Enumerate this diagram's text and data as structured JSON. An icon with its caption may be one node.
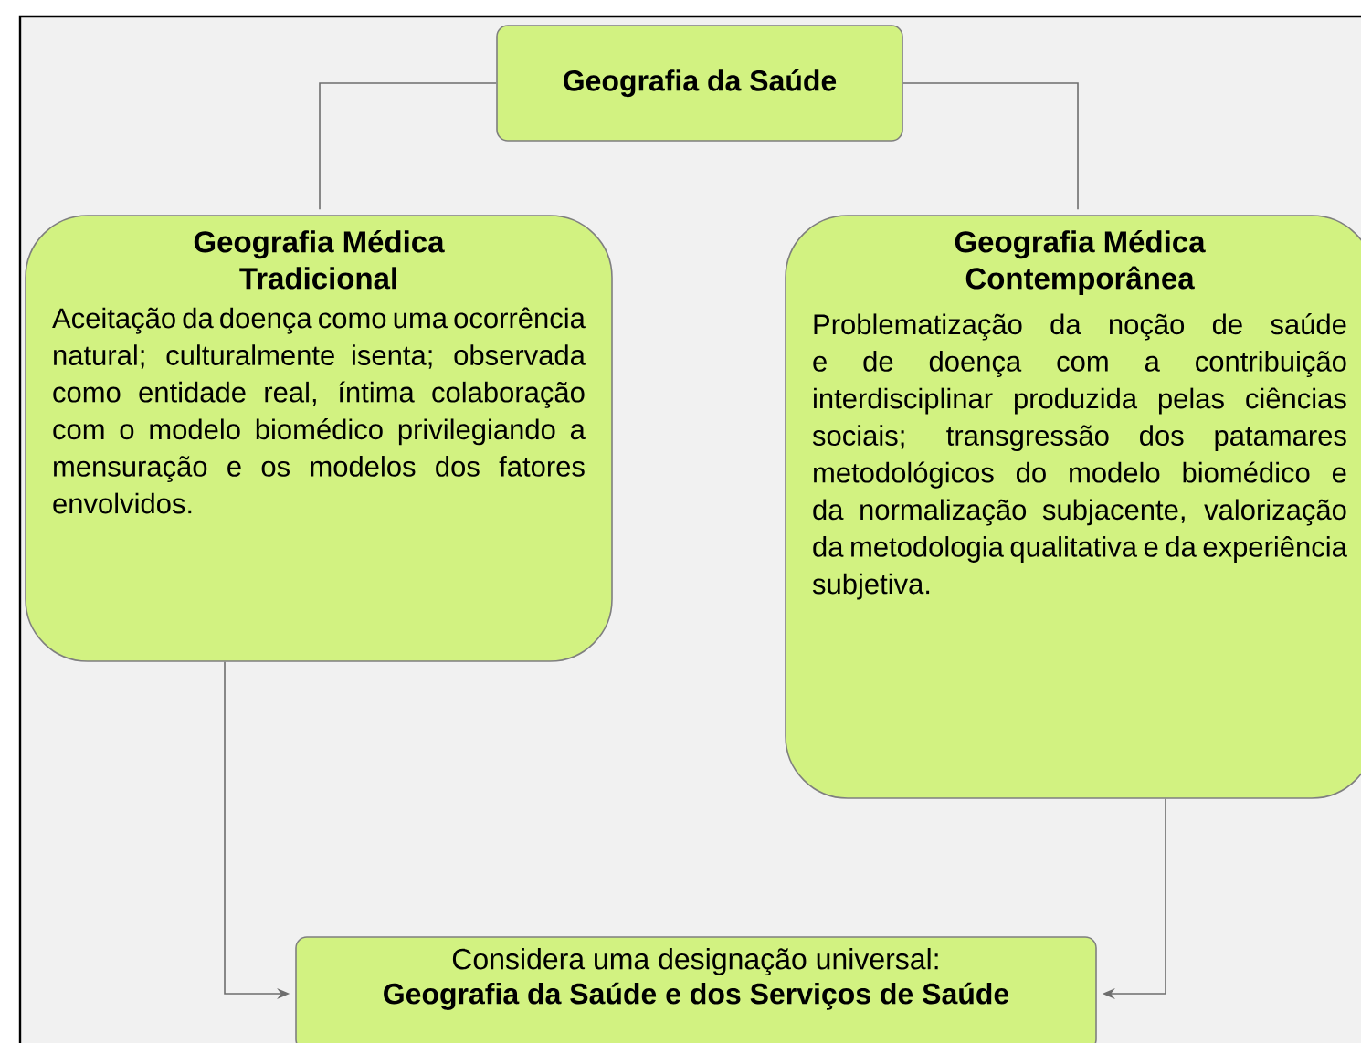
{
  "diagram": {
    "nodes": [
      {
        "text": [
          "Geografia da Saúde"
        ]
      },
      {
        "text": [
          "Geografia Médica Tradicional",
          "Aceitação da doença como uma ocorrência natural; culturalmente isenta; observada como entidade real, íntima colaboração com o modelo biomédico privilegiando a mensuração e os modelos dos fatores envolvidos."
        ]
      },
      {
        "text": [
          "Geografia Médica Contemporânea",
          "Problematização da noção de saúde e de doença com a contribuição interdisciplinar produzida pelas ciências sociais; transgressão dos patamares metodológicos do modelo biomédico e da normalização subjacente, valorização da metodologia qualitativa e da experiência subjetiva."
        ]
      },
      {
        "text": [
          "Considera uma designação universal:",
          "Geografia da Saúde e dos Serviços de Saúde"
        ]
      }
    ],
    "edges": [
      {
        "from": 0,
        "to": 1,
        "arrow": "none"
      },
      {
        "from": 0,
        "to": 2,
        "arrow": "none"
      },
      {
        "from": 1,
        "to": 3,
        "arrow": "to"
      },
      {
        "from": 2,
        "to": 3,
        "arrow": "to"
      }
    ]
  }
}
